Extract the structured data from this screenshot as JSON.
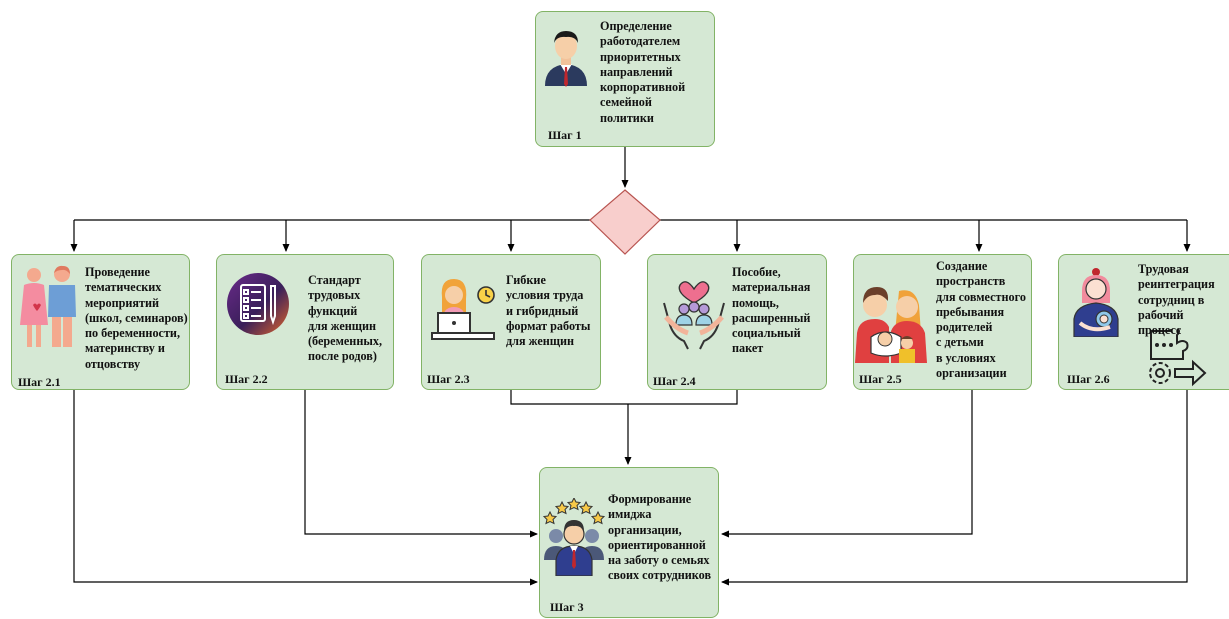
{
  "step1": {
    "text": "Определение\nработодателем\nприоритетных\nнаправлений\nкорпоративной\nсемейной\nполитики",
    "label": "Шаг 1",
    "icon": "businessman-icon"
  },
  "steps2": [
    {
      "text": "Проведение\nтематических\nмероприятий\n(школ, семинаров)\nпо беременности,\nматеринству и\nотцовству",
      "label": "Шаг 2.1",
      "icon": "pregnant-couple-icon"
    },
    {
      "text": "Стандарт\nтрудовых\nфункций\nдля женщин\n(беременных,\nпосле родов)",
      "label": "Шаг 2.2",
      "icon": "checklist-icon"
    },
    {
      "text": "Гибкие\nусловия труда\nи гибридный\nформат работы\nдля женщин",
      "label": "Шаг 2.3",
      "icon": "woman-laptop-clock-icon"
    },
    {
      "text": "Пособие,\nматериальная\nпомощь,\nрасширенный\nсоциальный\nпакет",
      "label": "Шаг 2.4",
      "icon": "hands-family-heart-icon"
    },
    {
      "text": "Создание\nпространств\nдля совместного\nпребывания\nродителей\nс детьми\nв условиях\nорганизации",
      "label": "Шаг 2.5",
      "icon": "family-with-baby-icon"
    },
    {
      "text": "Трудовая\nреинтеграция\nсотрудниц в\nрабочий процесс",
      "label": "Шаг 2.6",
      "icon": "mother-baby-puzzle-icon"
    }
  ],
  "step3": {
    "text": "Формирование\nимиджа\nорганизации,\nориентированной\nна заботу о семьях\nсвоих сотрудников",
    "label": "Шаг 3",
    "icon": "team-leader-stars-icon"
  },
  "colors": {
    "box_fill": "#d5e8d4",
    "box_stroke": "#82b366",
    "diamond_fill": "#f8cecc",
    "diamond_stroke": "#b85450",
    "wire": "#000000"
  }
}
